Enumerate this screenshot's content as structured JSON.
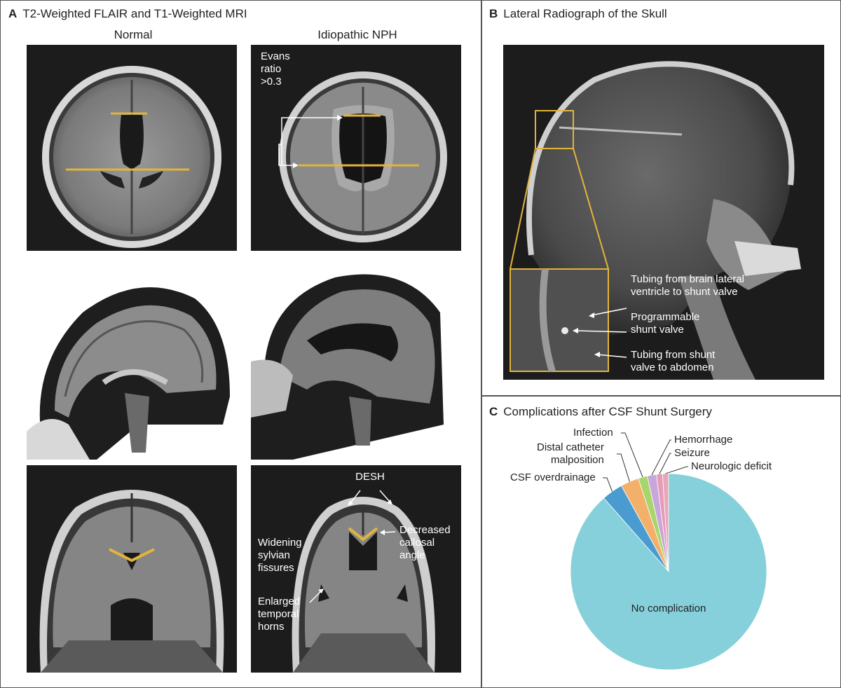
{
  "panelA": {
    "letter": "A",
    "title": "T2-Weighted FLAIR and T1-Weighted MRI",
    "col_normal": "Normal",
    "col_nph": "Idiopathic NPH",
    "evans_label": "Evans\nratio\n>0.3",
    "desh_label": "DESH",
    "callosal_label": "Decreased\ncallosal\nangle",
    "sylvian_label": "Widening\nsylvian\nfissures",
    "temporal_label": "Enlarged\ntemporal\nhorns"
  },
  "panelB": {
    "letter": "B",
    "title": "Lateral Radiograph of the Skull",
    "tubing_brain_label": "Tubing from brain lateral\nventricle to shunt valve",
    "valve_label": "Programmable\nshunt valve",
    "tubing_abdomen_label": "Tubing from shunt\nvalve to abdomen"
  },
  "panelC": {
    "letter": "C",
    "title": "Complications after CSF Shunt Surgery"
  },
  "chart_data": {
    "type": "pie",
    "title": "Complications after CSF Shunt Surgery",
    "slices": [
      {
        "label": "No complication",
        "value": 88.5,
        "color": "#85d0da"
      },
      {
        "label": "CSF overdrainage",
        "value": 3.5,
        "color": "#4a9cd0"
      },
      {
        "label": "Distal catheter malposition",
        "value": 3.0,
        "color": "#f2b06a"
      },
      {
        "label": "Infection",
        "value": 1.5,
        "color": "#a8d66d"
      },
      {
        "label": "Hemorrhage",
        "value": 1.5,
        "color": "#c7a7d9"
      },
      {
        "label": "Seizure",
        "value": 1.0,
        "color": "#e89ab8"
      },
      {
        "label": "Neurologic deficit",
        "value": 1.0,
        "color": "#e6a8b8"
      }
    ]
  },
  "colors": {
    "accent_yellow": "#e3b43a",
    "image_bg": "#1c1c1c",
    "frame": "#555555"
  }
}
